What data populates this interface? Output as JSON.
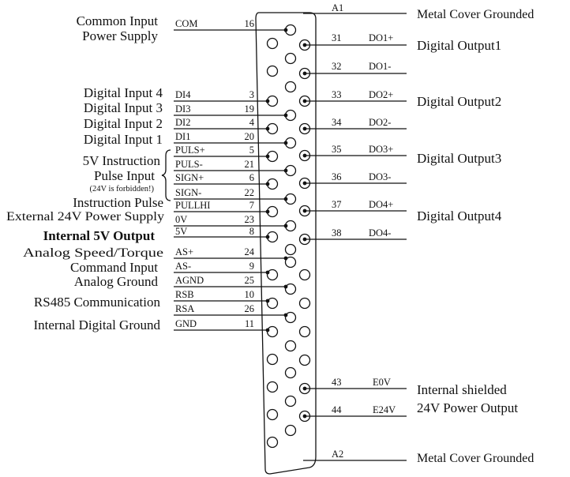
{
  "left_labels": {
    "common_input_1": "Common Input",
    "common_input_2": "Power Supply",
    "digital_input_4": "Digital Input 4",
    "digital_input_3": "Digital Input 3",
    "digital_input_2": "Digital Input 2",
    "digital_input_1": "Digital Input 1",
    "pulse_5v_1": "5V Instruction",
    "pulse_5v_2": "Pulse Input",
    "pulse_5v_note": "(24V is forbidden!)",
    "instr_pulse_ext_1": "Instruction Pulse",
    "instr_pulse_ext_2": "External 24V Power Supply",
    "internal_5v": "Internal 5V Output",
    "analog_1": "Analog Speed/Torque",
    "analog_2": "Command Input",
    "analog_ground": "Analog Ground",
    "rs485": "RS485 Communication",
    "digital_ground": "Internal Digital Ground"
  },
  "left_pins": [
    {
      "signal": "COM",
      "pin": "16"
    },
    {
      "signal": "DI4",
      "pin": "3"
    },
    {
      "signal": "DI3",
      "pin": "19"
    },
    {
      "signal": "DI2",
      "pin": "4"
    },
    {
      "signal": "DI1",
      "pin": "20"
    },
    {
      "signal": "PULS+",
      "pin": "5"
    },
    {
      "signal": "PULS-",
      "pin": "21"
    },
    {
      "signal": "SIGN+",
      "pin": "6"
    },
    {
      "signal": "SIGN-",
      "pin": "22"
    },
    {
      "signal": "PULLHI",
      "pin": "7"
    },
    {
      "signal": "0V",
      "pin": "23"
    },
    {
      "signal": "5V",
      "pin": "8"
    },
    {
      "signal": "AS+",
      "pin": "24"
    },
    {
      "signal": "AS-",
      "pin": "9"
    },
    {
      "signal": "AGND",
      "pin": "25"
    },
    {
      "signal": "RSB",
      "pin": "10"
    },
    {
      "signal": "RSA",
      "pin": "26"
    },
    {
      "signal": "GND",
      "pin": "11"
    }
  ],
  "right_pins": [
    {
      "signal": "DO1+",
      "pin": "31"
    },
    {
      "signal": "DO1-",
      "pin": "32"
    },
    {
      "signal": "DO2+",
      "pin": "33"
    },
    {
      "signal": "DO2-",
      "pin": "34"
    },
    {
      "signal": "DO3+",
      "pin": "35"
    },
    {
      "signal": "DO3-",
      "pin": "36"
    },
    {
      "signal": "DO4+",
      "pin": "37"
    },
    {
      "signal": "DO4-",
      "pin": "38"
    },
    {
      "signal": "E0V",
      "pin": "43"
    },
    {
      "signal": "E24V",
      "pin": "44"
    }
  ],
  "shell_pins": {
    "top": "A1",
    "bottom": "A2"
  },
  "right_labels": {
    "metal_top": "Metal Cover Grounded",
    "do1": "Digital Output1",
    "do2": "Digital Output2",
    "do3": "Digital Output3",
    "do4": "Digital Output4",
    "shield_1": "Internal shielded",
    "shield_2": "24V Power Output",
    "metal_bottom": "Metal Cover Grounded"
  }
}
